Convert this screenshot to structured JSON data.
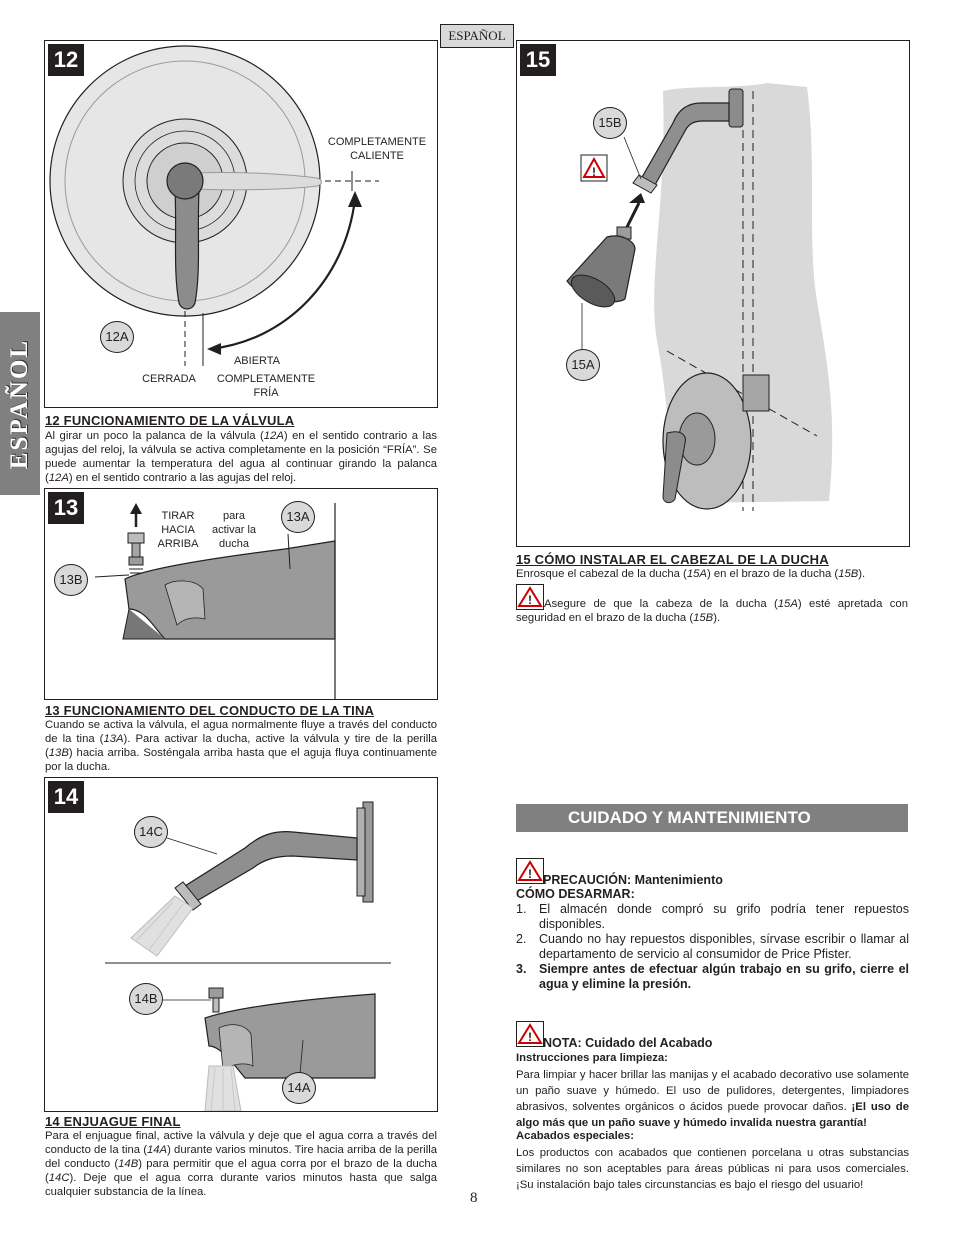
{
  "header": {
    "language_tag": "ESPAÑOL"
  },
  "side_tab": {
    "label": "ESPAÑOL"
  },
  "icons": [
    "warning-triangle-icon",
    "arrow-up-icon"
  ],
  "colors": {
    "gray_bar": "#808080",
    "callout_fill": "#d9d9d9",
    "ink": "#231f20"
  },
  "step12": {
    "number": "12",
    "labels": {
      "hot": "COMPLETAMENTE CALIENTE",
      "open": "ABIERTA",
      "closed": "CERRADA",
      "cold": "COMPLETAMENTE FRÍA"
    },
    "callouts": {
      "a": "12A"
    },
    "title": "12   FUNCIONAMIENTO DE LA VÁLVULA",
    "text_parts": [
      "Al girar un poco la palanca de la válvula (",
      "12A",
      ") en el sentido contrario a las agujas del reloj, la válvula se activa completamente en la posición “FRÍA”. Se puede aumentar la temperatura del agua al continuar girando la palanca (",
      "12A",
      ") en el sentido contrario a las agujas del reloj."
    ]
  },
  "step13": {
    "number": "13",
    "labels": {
      "pull": "TIRAR HACIA ARRIBA",
      "activate": "para activar la ducha"
    },
    "callouts": {
      "a": "13A",
      "b": "13B"
    },
    "title": "13   FUNCIONAMIENTO DEL CONDUCTO DE LA TINA",
    "text_parts": [
      "Cuando se activa la válvula, el agua normalmente fluye a través del conducto de la tina (",
      "13A",
      "). Para activar la ducha, active la válvula y tire de la perilla (",
      "13B",
      ") hacia arriba. Sosténgala arriba hasta que el aguja fluya continuamente por la ducha."
    ]
  },
  "step14": {
    "number": "14",
    "callouts": {
      "a": "14A",
      "b": "14B",
      "c": "14C"
    },
    "title": "14   ENJUAGUE FINAL",
    "text_parts": [
      "Para el enjuague final, active la válvula y deje que el agua corra a través del conducto de la tina (",
      "14A",
      ") durante varios minutos. Tire hacia arriba de la perilla del conducto (",
      "14B",
      ") para permitir que el agua corra por el brazo de la ducha (",
      "14C",
      "). Deje que el agua corra durante varios minutos hasta que salga cualquier substancia de la línea."
    ]
  },
  "step15": {
    "number": "15",
    "callouts": {
      "a": "15A",
      "b": "15B"
    },
    "title": "15   CÓMO INSTALAR EL CABEZAL DE LA DUCHA",
    "text_parts": [
      "Enrosque el cabezal de la ducha (",
      "15A",
      ") en el brazo de la ducha (",
      "15B",
      ")."
    ],
    "warning_parts": [
      "Asegure de que la cabeza de la ducha (",
      "15A",
      ") esté apretada con seguridad en el brazo de la ducha (",
      "15B",
      ")."
    ]
  },
  "care": {
    "heading": "CUIDADO Y MANTENIMIENTO",
    "caution_title": "PRECAUCIÓN: Mantenimiento",
    "disassemble_title": "CÓMO DESARMAR:",
    "items": [
      {
        "n": "1.",
        "text": "El almacén donde compró su grifo podría tener repuestos disponibles."
      },
      {
        "n": "2.",
        "text": "Cuando no hay repuestos disponibles, sírvase escribir o llamar al departamento de servicio al consumidor de Price Pfister."
      },
      {
        "n": "3.",
        "text": "Siempre antes de efectuar algún trabajo en su grifo, cierre el agua y elimine la presión."
      }
    ],
    "note_title": "NOTA: Cuidado del Acabado",
    "cleaning_title": "Instrucciones para limpieza:",
    "cleaning_text": "Para limpiar y hacer brillar las manijas y el acabado decorativo use solamente un paño suave y húmedo. El uso de pulidores, detergentes, limpiadores abrasivos, solventes orgánicos o ácidos puede provocar daños. ",
    "cleaning_bold": "¡El uso de algo más que un paño suave y húmedo invalida nuestra garantía!",
    "special_title": "Acabados especiales:",
    "special_text": "Los productos con acabados que contienen porcelana u otras substancias similares no son aceptables para áreas públicas ni para usos comerciales. ¡Su instalación bajo tales circunstancias es bajo el riesgo del usuario!"
  },
  "footer": {
    "page_number": "8"
  }
}
